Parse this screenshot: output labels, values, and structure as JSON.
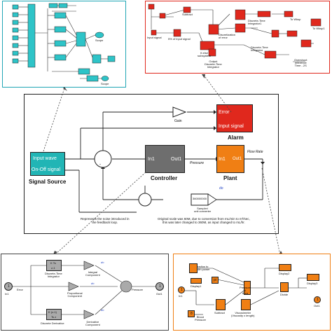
{
  "main": {
    "signal_source": {
      "port_wave": "Input wave",
      "port_onoff": "On-Off signal",
      "caption": "Signal Source"
    },
    "gain": "Gain",
    "alarm": {
      "port_error": "Error",
      "port_input": "Input signal",
      "caption": "Alarm"
    },
    "controller": {
      "in": "In1",
      "out": "Out1",
      "caption": "Controller"
    },
    "pressure": "Pressure",
    "plant": {
      "in": "In1",
      "out": "Out1",
      "caption": "Plant"
    },
    "flow_rate": "Flow Rate",
    "do_label": "do",
    "sampler_value": "360000000",
    "sampler_caption": "Sampler/\nunit converter",
    "noise_note": "Represents the noise introduced in\nthe feedback loop.",
    "scale_note": "Original scale was 60M, due to conversion from mL/min to m³/sec,\nthis was later changed to 360M, as input changed to mL/hr."
  },
  "pid_panel": {
    "in1": "In1",
    "in1_num": "1",
    "error": "Error",
    "dt_integrator": "Discrete-Time\nIntegrator",
    "integral": "Integral\nComponent",
    "proportional": "Proportional\nComponent",
    "discrete_derivative": "Discrete Derivative",
    "derivative": "Derivative\nComponent",
    "pressure": "Pressure",
    "out1": "Out1",
    "out1_num": "1",
    "tf_top": "K Ts",
    "tf_bot": "z-1",
    "dd_top": "K (z-1)",
    "dd_bot": "Ts z",
    "do1": "do",
    "do2": "do",
    "do3": "do"
  },
  "plant_panel": {
    "radius": "radius to\n4th power",
    "display1": "Display1",
    "display2": "Display2",
    "display3": "Display3",
    "pressure_area": "Pressure\n&\nArea",
    "divide": "Divide",
    "in1": "In1",
    "in1_num": "1",
    "blood_pressure": "Blood\nPressure",
    "subtract": "Subtract",
    "viscosity": "Viscosimeter\n(Viscosity x length)",
    "out1": "Out1",
    "out1_num": "1",
    "pi": "pi",
    "const8": "8"
  },
  "alarm_panel": {
    "subtract": "Subtract",
    "discrete_integrator": "Discrete-Time\nIntegrator1",
    "input_signal": "Input signal",
    "pct": "5% of input signal",
    "if_else": "If-else\nsubsystem",
    "output_integrator": "Output\nDiscrete-Time\nIntegrator",
    "discrete_integrator2": "Discrete-Time\nIntegrator",
    "discretization": "Discretization\nof error",
    "to_wksp": "To Wksp",
    "to_wksp1": "To Wksp1",
    "overshoot": "Overshoot\nreference\nTime - 2S"
  },
  "source_panel": {
    "scope1": "Scope",
    "scope2": "Scope"
  }
}
